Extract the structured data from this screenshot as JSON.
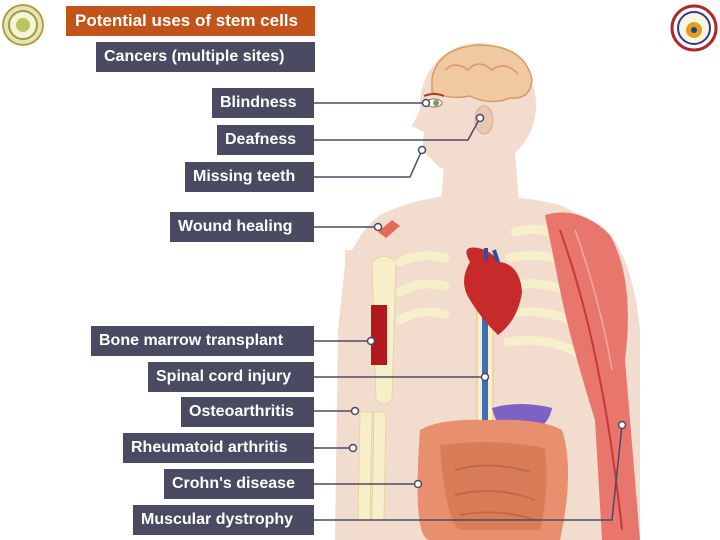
{
  "title": "Potential uses of stem cells",
  "labels": {
    "cancers": "Cancers (multiple sites)",
    "blindness": "Blindness",
    "deafness": "Deafness",
    "missing_teeth": "Missing teeth",
    "wound_healing": "Wound healing",
    "bone_marrow": "Bone marrow transplant",
    "spinal_cord": "Spinal cord injury",
    "osteoarthritis": "Osteoarthritis",
    "rheumatoid": "Rheumatoid arthritis",
    "crohns": "Crohn's disease",
    "muscular": "Muscular dystrophy"
  },
  "colors": {
    "title_bg": "#c2531b",
    "label_bg": "#4a4a63",
    "skin": "#f2dccd",
    "heart": "#c62a2a",
    "muscle": "#e8766d",
    "bone": "#f7efc9",
    "intestine": "#e8906e",
    "liver": "#7b62c4",
    "brain": "#f0c9a0"
  }
}
